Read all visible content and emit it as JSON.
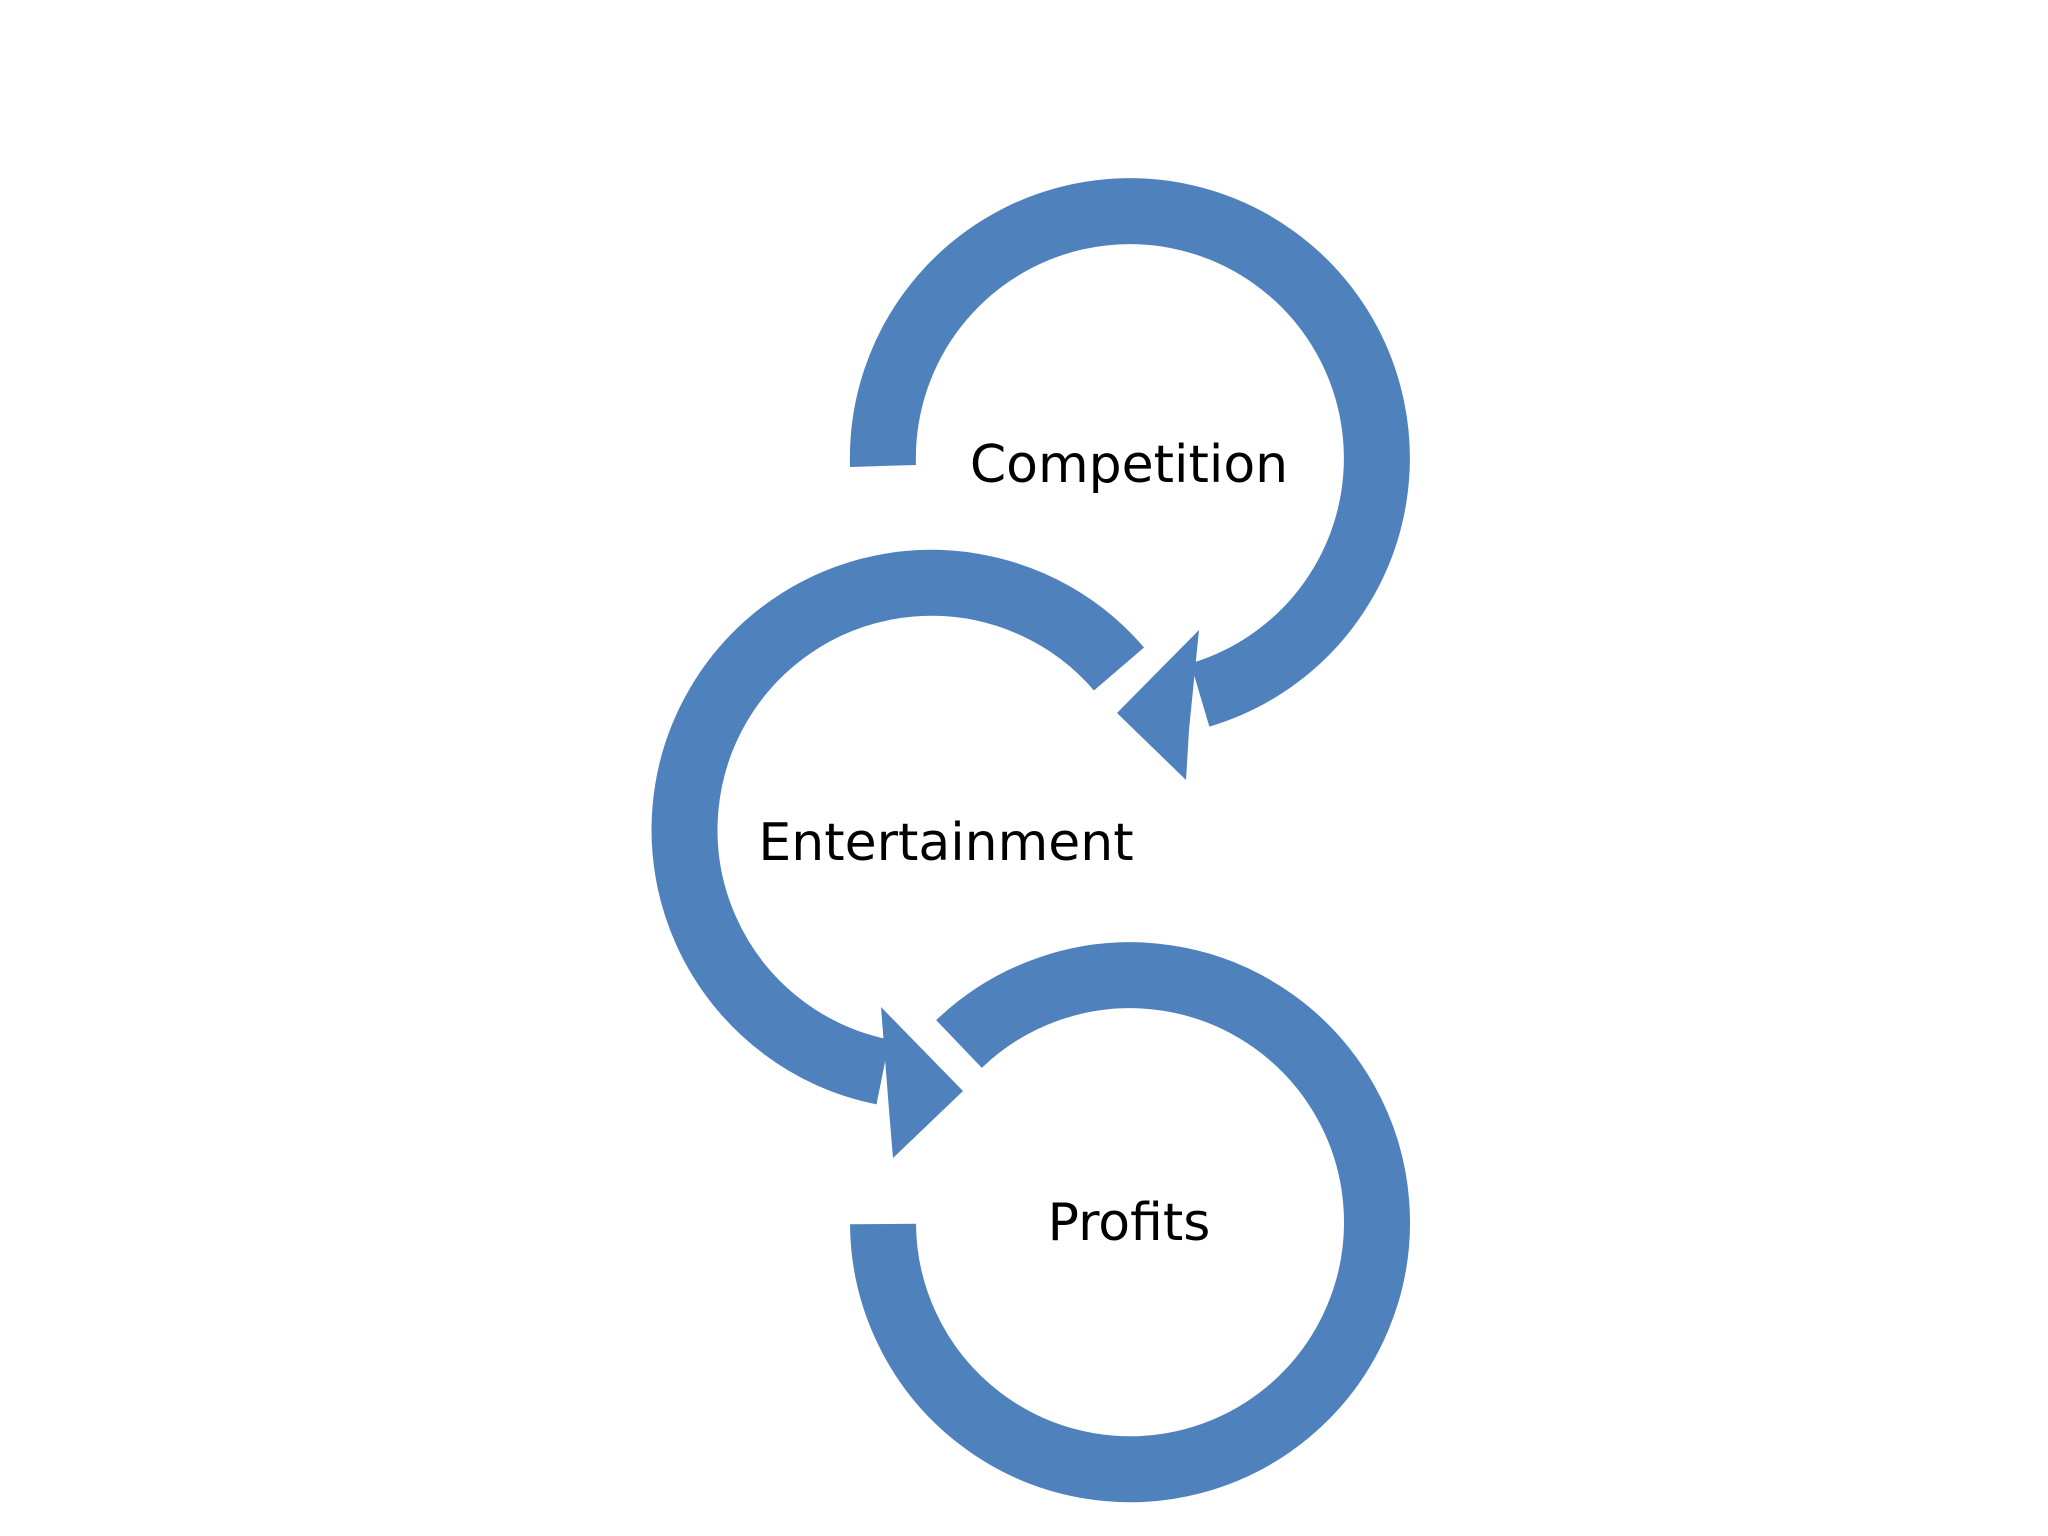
{
  "diagram": {
    "type": "cycle",
    "arrow_color": "#4F81BD",
    "text_color": "#000000",
    "background": "#FFFFFF",
    "nodes": [
      {
        "id": "competition",
        "label": "Competition"
      },
      {
        "id": "entertainment",
        "label": "Entertainment"
      },
      {
        "id": "profits",
        "label": "Profits"
      }
    ],
    "connections": [
      {
        "from": "competition",
        "to": "entertainment"
      },
      {
        "from": "entertainment",
        "to": "profits"
      }
    ]
  }
}
